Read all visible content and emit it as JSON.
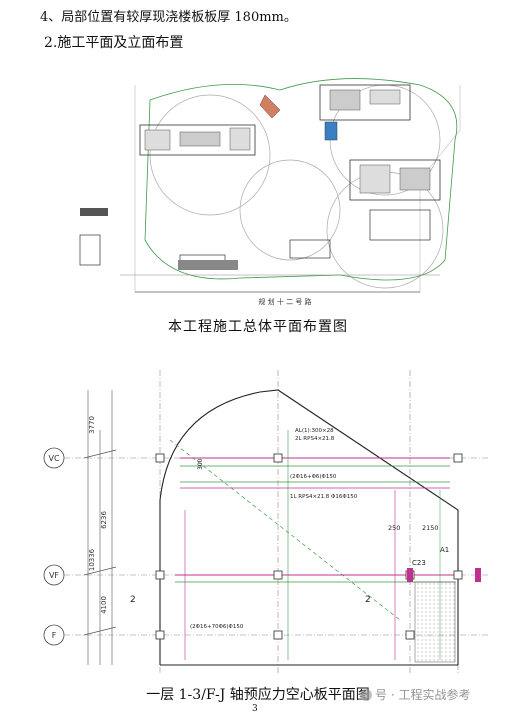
{
  "header": {
    "item4": "4、局部位置有较厚现浇楼板板厚 180mm。",
    "section2": "2.施工平面及立面布置"
  },
  "site_plan": {
    "caption": "本工程施工总体平面布置图",
    "road_label": "规  划  十  二  号  路"
  },
  "slab_plan": {
    "caption": "一层 1-3/F-J 轴预应力空心板平面图",
    "axis_labels": [
      "VC",
      "VF",
      "F"
    ],
    "axis_label_2": "2",
    "dims_vertical": [
      "3770",
      "10336",
      "6236",
      "4100"
    ],
    "dim_300": "300",
    "dims_top_right": [
      "250",
      "2150"
    ],
    "tag_c23": "C23",
    "tag_a1": "A1",
    "tendon_top_1": "AL(1):300×28",
    "tendon_top_2": "2L RPS4×21.8",
    "tendon_mid_1": "(2Φ16+Φ6)Φ150",
    "tendon_mid_2": "1L RPS4×21.8 Φ16Φ150",
    "tendon_bot": "(2Φ16+70Φ6)Φ150"
  },
  "footer": {
    "page_number": "3",
    "watermark": "号 · 工程实战参考"
  },
  "colors": {
    "green_line": "#3f9a4a",
    "magenta_line": "#c0308f",
    "grid_gray": "#8d8d8d",
    "column": "#444444"
  }
}
